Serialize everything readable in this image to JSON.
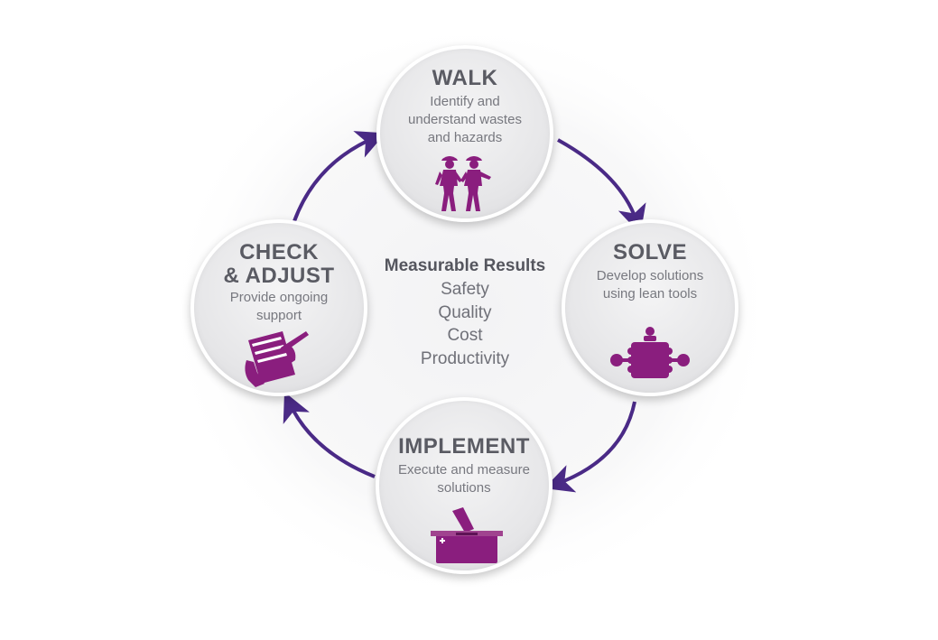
{
  "colors": {
    "accent_purple": "#8a1e7e",
    "arrow_indigo": "#4a2a86",
    "title_gray": "#5a5b63",
    "text_gray": "#77787f"
  },
  "center": {
    "title": "Measurable Results",
    "items": [
      "Safety",
      "Quality",
      "Cost",
      "Productivity"
    ]
  },
  "nodes": {
    "walk": {
      "title": "WALK",
      "description": "Identify and\nunderstand wastes\nand hazards",
      "icon": "two-workers-hardhat-icon"
    },
    "solve": {
      "title": "SOLVE",
      "description": "Develop solutions\nusing lean tools",
      "icon": "team-meeting-table-icon"
    },
    "implement": {
      "title": "IMPLEMENT",
      "description": "Execute and measure\nsolutions",
      "icon": "hand-ballot-box-icon"
    },
    "check": {
      "title": "CHECK\n& ADJUST",
      "description": "Provide ongoing\nsupport",
      "icon": "hand-writing-clipboard-icon"
    }
  }
}
